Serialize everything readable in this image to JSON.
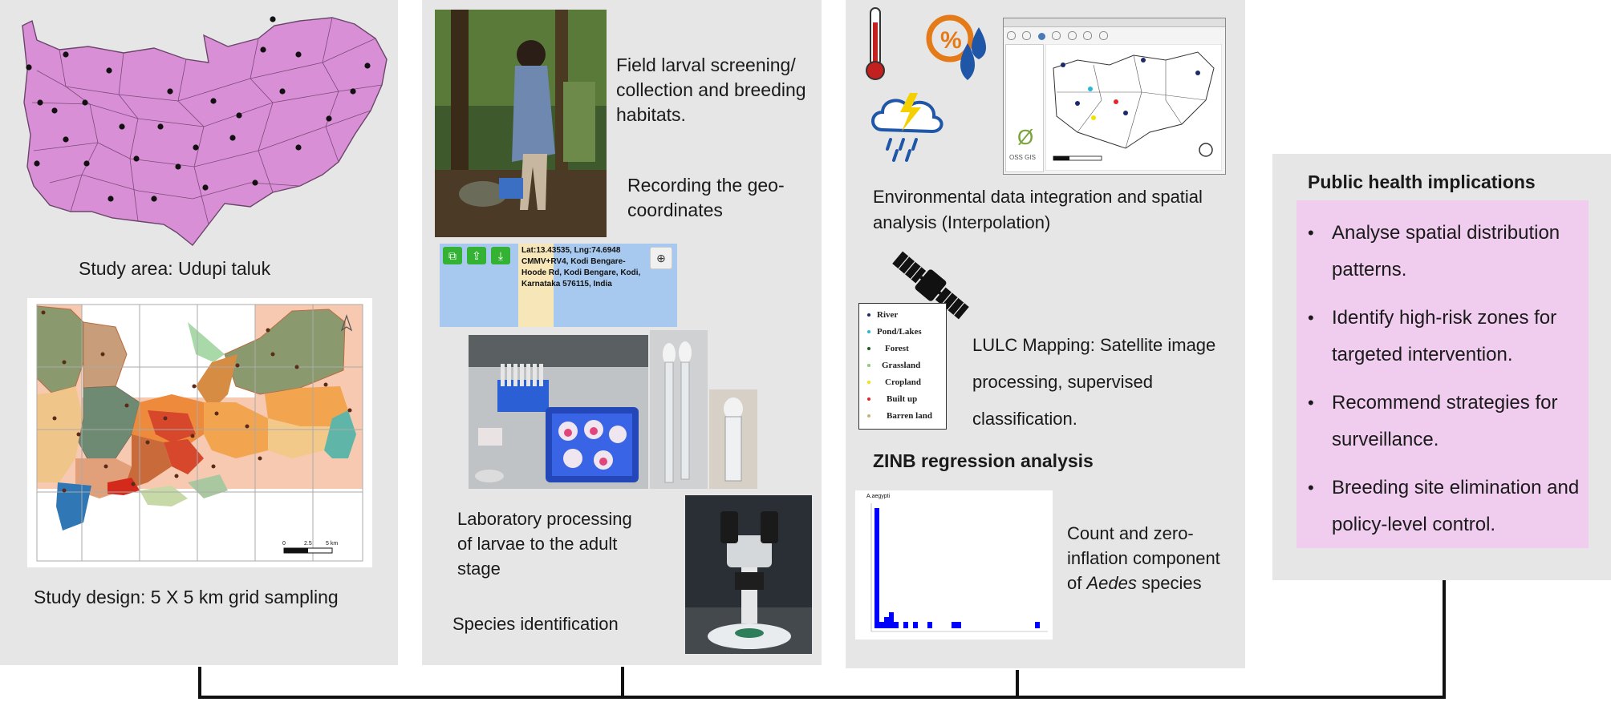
{
  "panel1": {
    "study_area_label": "Study area: Udupi taluk",
    "study_design_label": "Study design: 5 X 5 km grid sampling",
    "scale_labels": [
      "0",
      "2.5",
      "5 km"
    ]
  },
  "panel2": {
    "field_text": "Field larval screening/ collection and breeding habitats.",
    "geo_text": "Recording the geo-coordinates",
    "gps_text": "Lat:13.43535, Lng:74.6948 CMMV+RV4, Kodi Bengare-Hoode Rd, Kodi Bengare, Kodi, Karnataka 576115, India",
    "lab_text": "Laboratory processing of larvae to the adult stage",
    "species_text": "Species identification"
  },
  "panel3": {
    "env_text": "Environmental data integration and spatial analysis (Interpolation)",
    "percent_text": "%",
    "qgis_label": "OSS GIS",
    "lulc_text": "LULC Mapping:  Satellite image processing, supervised classification.",
    "legend": [
      {
        "label": "River",
        "color": "#1c2a6b"
      },
      {
        "label": "Pond/Lakes",
        "color": "#2ab6d6"
      },
      {
        "label": "Forest",
        "color": "#1f5d20"
      },
      {
        "label": "Grassland",
        "color": "#8cc97a"
      },
      {
        "label": "Cropland",
        "color": "#f2e200"
      },
      {
        "label": "Built up",
        "color": "#e5252b"
      },
      {
        "label": "Barren land",
        "color": "#c9b27a"
      }
    ],
    "zinb_title": "ZINB regression analysis",
    "zinb_chart_title": "A.aegypti",
    "count_text_1": "Count and zero-inflation component of",
    "count_text_italic": "Aedes",
    "count_text_2": "species"
  },
  "panel4": {
    "title": "Public health implications",
    "bullets": [
      "Analyse spatial distribution patterns.",
      "Identify high-risk zones for targeted intervention.",
      "Recommend strategies for surveillance.",
      "Breeding site elimination and policy-level control."
    ]
  },
  "colors": {
    "panel_bg": "#e6e6e6",
    "taluk_map": "#d98fd6",
    "health_box": "#f0cdef",
    "histogram": "#0000ff"
  }
}
